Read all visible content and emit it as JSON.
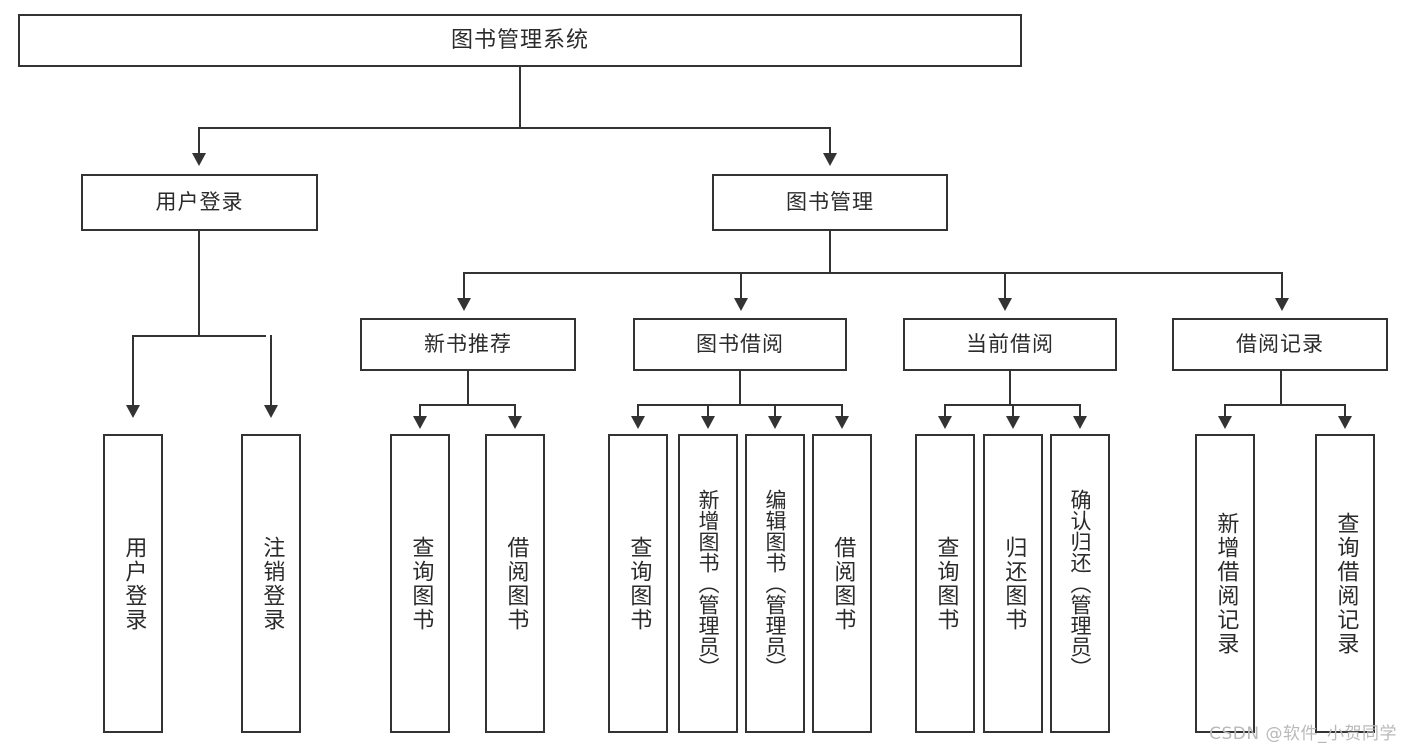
{
  "diagram": {
    "type": "tree-hierarchy",
    "title": "图书管理系统",
    "root": {
      "label": "图书管理系统"
    },
    "level1": [
      {
        "id": "user-login",
        "label": "用户登录"
      },
      {
        "id": "book-manage",
        "label": "图书管理"
      }
    ],
    "level2": [
      {
        "id": "new-book-recommend",
        "label": "新书推荐",
        "parent": "book-manage"
      },
      {
        "id": "book-borrow",
        "label": "图书借阅",
        "parent": "book-manage"
      },
      {
        "id": "current-borrow",
        "label": "当前借阅",
        "parent": "book-manage"
      },
      {
        "id": "borrow-record",
        "label": "借阅记录",
        "parent": "book-manage"
      }
    ],
    "leaves": [
      {
        "id": "leaf-user-login",
        "label": "用户登录",
        "parent": "user-login"
      },
      {
        "id": "leaf-user-logout",
        "label": "注销登录",
        "parent": "user-login"
      },
      {
        "id": "leaf-query-book-1",
        "label": "查询图书",
        "parent": "new-book-recommend"
      },
      {
        "id": "leaf-borrow-book-1",
        "label": "借阅图书",
        "parent": "new-book-recommend"
      },
      {
        "id": "leaf-query-book-2",
        "label": "查询图书",
        "parent": "book-borrow"
      },
      {
        "id": "leaf-add-book",
        "label": "新增图书（管理员）",
        "parent": "book-borrow"
      },
      {
        "id": "leaf-edit-book",
        "label": "编辑图书（管理员）",
        "parent": "book-borrow"
      },
      {
        "id": "leaf-borrow-book-2",
        "label": "借阅图书",
        "parent": "book-borrow"
      },
      {
        "id": "leaf-query-book-3",
        "label": "查询图书",
        "parent": "current-borrow"
      },
      {
        "id": "leaf-return-book",
        "label": "归还图书",
        "parent": "current-borrow"
      },
      {
        "id": "leaf-confirm-return",
        "label": "确认归还（管理员）",
        "parent": "current-borrow"
      },
      {
        "id": "leaf-add-record",
        "label": "新增借阅记录",
        "parent": "borrow-record"
      },
      {
        "id": "leaf-query-record",
        "label": "查询借阅记录",
        "parent": "borrow-record"
      }
    ],
    "colors": {
      "stroke": "#333333",
      "text": "#2b2b2b",
      "background": "#ffffff",
      "watermark": "#b9b9b9"
    }
  },
  "watermark": {
    "text": "CSDN @软件_小贺同学"
  }
}
